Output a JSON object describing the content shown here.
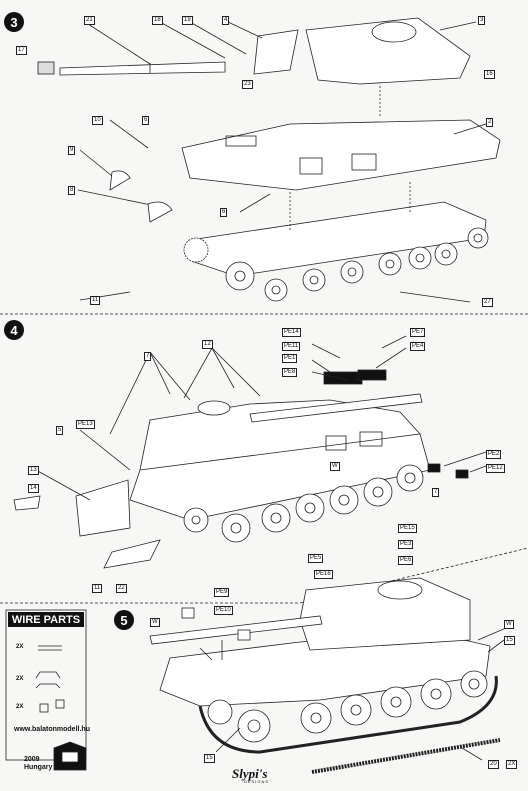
{
  "steps": [
    "3",
    "4",
    "5"
  ],
  "callouts": {
    "s3": [
      "21",
      "18",
      "19",
      "4",
      "3",
      "17",
      "23",
      "16",
      "10",
      "6",
      "2",
      "9",
      "8",
      "6",
      "11",
      "27"
    ],
    "s4": [
      "7",
      "12",
      "PE14",
      "PE11",
      "PE1",
      "PE8",
      "PE7",
      "PE4",
      "PE13",
      "5",
      "W",
      "PE2",
      "PE12",
      "13",
      "14",
      "7",
      "11",
      "22"
    ],
    "s5": [
      "PE15",
      "PE5",
      "PE3",
      "PE16",
      "PE6",
      "PE9",
      "PE10",
      "W",
      "W",
      "15",
      "15",
      "20",
      "2X"
    ]
  },
  "wire_parts": {
    "title": "WIRE PARTS",
    "qty": [
      "2X",
      "2X",
      "2X"
    ]
  },
  "footer": {
    "url": "www.balatonmodell.hu",
    "year": "2009",
    "country": "Hungary",
    "brand": "Slypi's",
    "brand_sub": "DESIGNS"
  }
}
